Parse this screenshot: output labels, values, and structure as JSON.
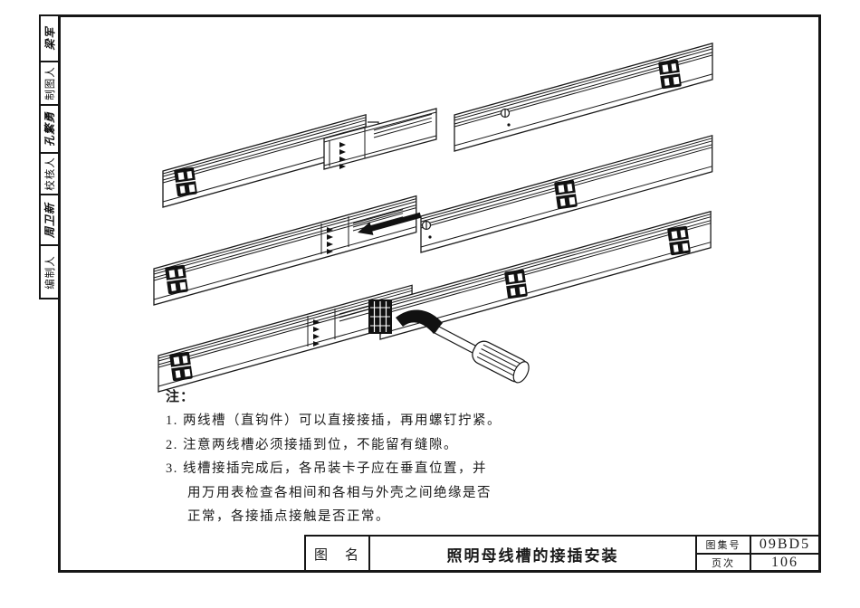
{
  "sidebar": {
    "cells": [
      {
        "text": "梁军",
        "role": "signature"
      },
      {
        "text": "制图人",
        "role": "label"
      },
      {
        "text": "孔繁勇",
        "role": "signature"
      },
      {
        "text": "校核人",
        "role": "label"
      },
      {
        "text": "周卫新",
        "role": "signature"
      },
      {
        "text": "编制人",
        "role": "label"
      }
    ]
  },
  "notes": {
    "heading": "注：",
    "lines": [
      "1. 两线槽（直钩件）可以直接接插，再用螺钉拧紧。",
      "2. 注意两线槽必须接插到位，不能留有缝隙。",
      "3. 线槽接插完成后，各吊装卡子应在垂直位置，并",
      "用万用表检查各相间和各相与外壳之间绝缘是否",
      "正常，各接插点接触是否正常。"
    ]
  },
  "title_block": {
    "name_label": "图　名",
    "drawing_title": "照明母线槽的接插安装",
    "atlas_no_label": "图集号",
    "atlas_no": "09BD5",
    "page_label": "页次",
    "page_no": "106"
  },
  "illustration": {
    "icons": {
      "clip": "hanger-clip-icon",
      "arrow": "insert-direction-arrow-icon",
      "screw": "screw-icon",
      "screwdriver": "screwdriver-icon"
    },
    "accent_color": "#111111"
  }
}
